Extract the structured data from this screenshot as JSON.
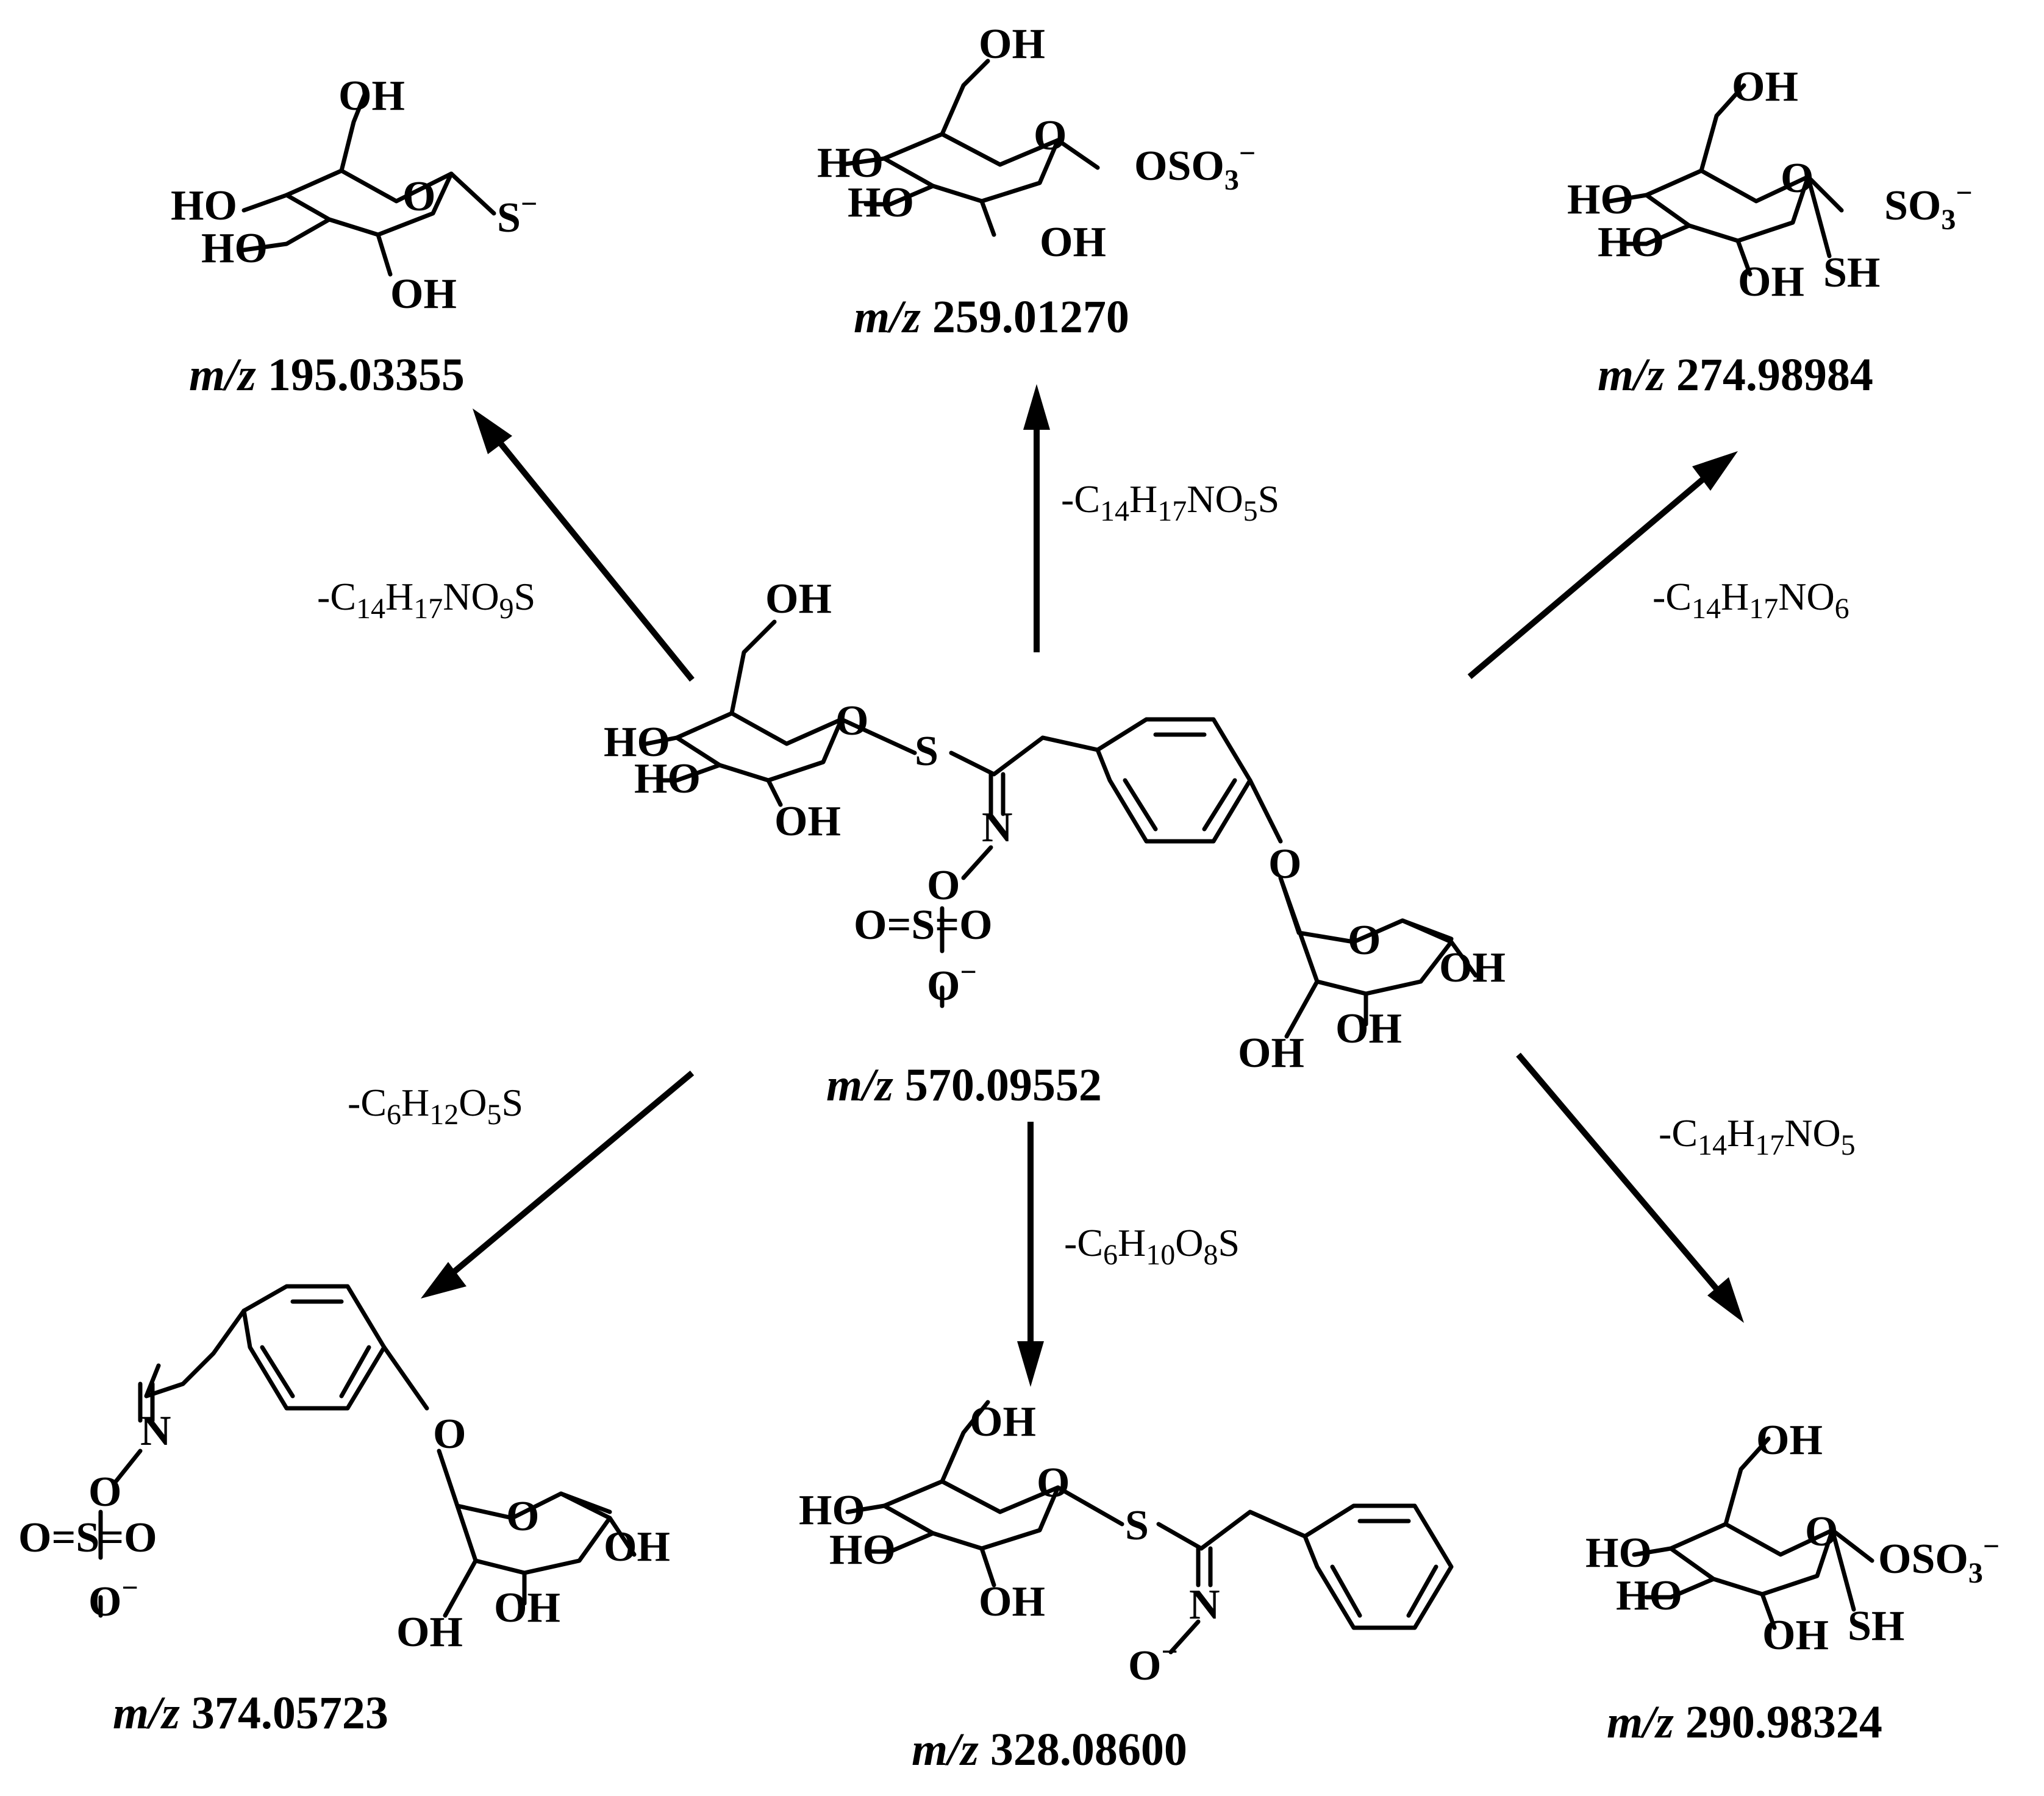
{
  "fragments": {
    "center": {
      "prefix": "m/z",
      "value": "570.09552"
    },
    "top_left": {
      "prefix": "m/z",
      "value": "195.03355"
    },
    "top_center": {
      "prefix": "m/z",
      "value": "259.01270"
    },
    "top_right": {
      "prefix": "m/z",
      "value": "274.98984"
    },
    "bottom_left": {
      "prefix": "m/z",
      "value": "374.05723"
    },
    "bottom_center": {
      "prefix": "m/z",
      "value": "328.08600"
    },
    "bottom_right": {
      "prefix": "m/z",
      "value": "290.98324"
    }
  },
  "losses": {
    "to_top_left": {
      "parts": [
        "-C",
        "14",
        "H",
        "17",
        "NO",
        "9",
        "S"
      ]
    },
    "to_top_center": {
      "parts": [
        "-C",
        "14",
        "H",
        "17",
        "NO",
        "5",
        "S"
      ]
    },
    "to_top_right": {
      "parts": [
        "-C",
        "14",
        "H",
        "17",
        "NO",
        "6"
      ]
    },
    "to_bottom_left": {
      "parts": [
        "-C",
        "6",
        "H",
        "12",
        "O",
        "5",
        "S"
      ]
    },
    "to_bottom_center": {
      "parts": [
        "-C",
        "6",
        "H",
        "10",
        "O",
        "8",
        "S"
      ]
    },
    "to_bottom_right": {
      "parts": [
        "-C",
        "14",
        "H",
        "17",
        "NO",
        "5"
      ]
    }
  },
  "atoms": {
    "OH": "OH",
    "HO": "HO",
    "O": "O",
    "S": "S",
    "N": "N",
    "SH": "SH",
    "S_minus": "S",
    "SO3": "SO",
    "OSO3": "OSO",
    "O_eq_S_eq_O": "O=S=O",
    "O_minus": "O",
    "minus": "−",
    "sub3": "3"
  }
}
